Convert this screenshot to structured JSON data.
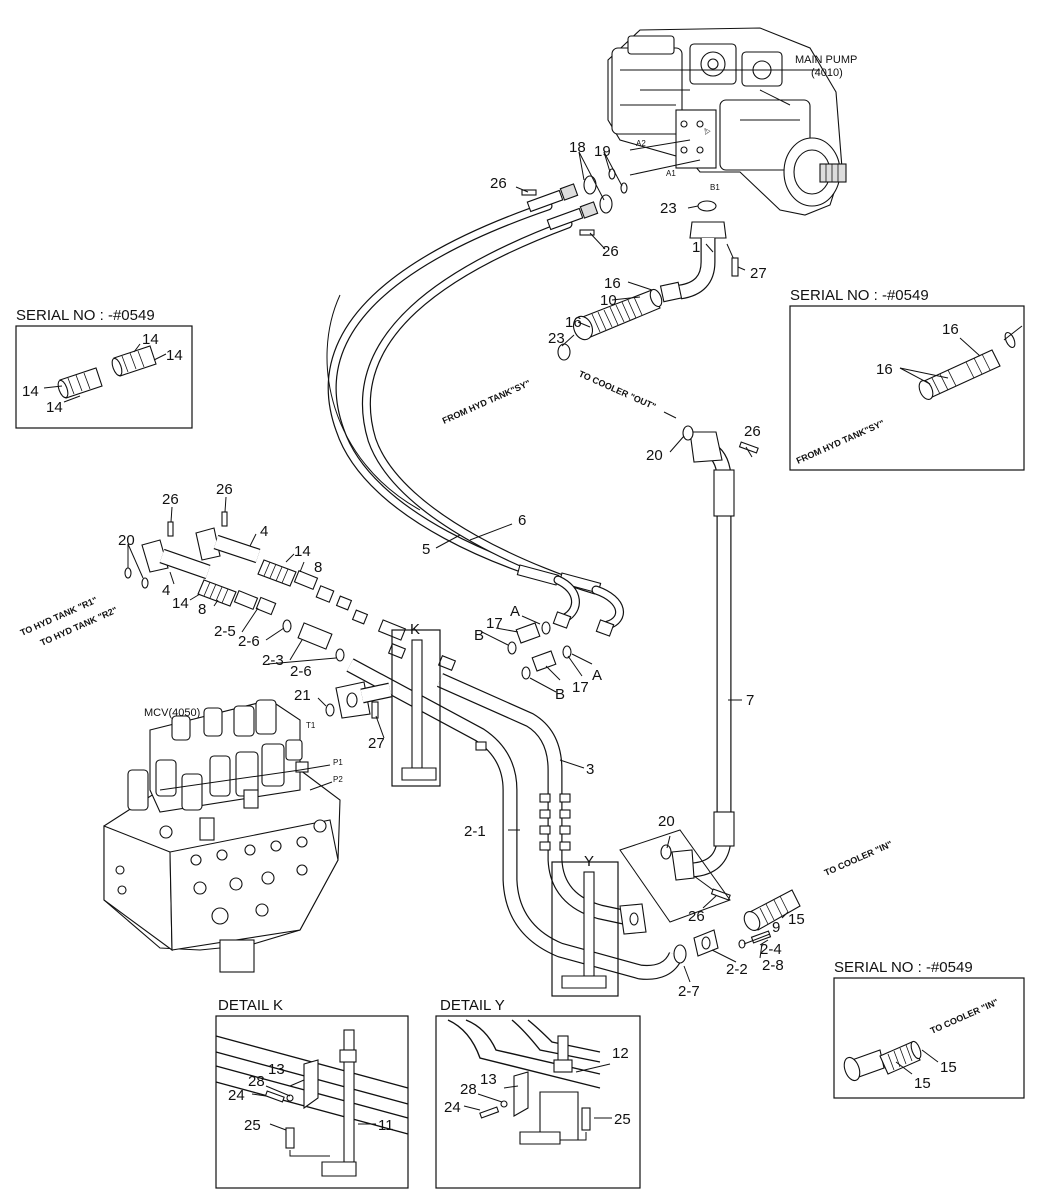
{
  "components": {
    "main_pump": {
      "label": "MAIN PUMP",
      "code": "(4010)"
    },
    "mcv": {
      "label": "MCV(4050)"
    }
  },
  "port_labels": {
    "a2": "A2",
    "a1": "A1",
    "b1": "B1",
    "t1": "T1",
    "p1": "P1",
    "p2": "P2"
  },
  "part_numbers": {
    "p1": "1",
    "p3": "3",
    "p4a": "4",
    "p4b": "4",
    "p5": "5",
    "p6": "6",
    "p7": "7",
    "p8a": "8",
    "p8b": "8",
    "p9": "9",
    "p10": "10",
    "p14a": "14",
    "p14b": "14",
    "p15": "15",
    "p16a": "16",
    "p16b": "16",
    "p17a": "17",
    "p17b": "17",
    "p18": "18",
    "p19": "19",
    "p20a": "20",
    "p20b": "20",
    "p20c": "20",
    "p21": "21",
    "p23a": "23",
    "p23b": "23",
    "p26a": "26",
    "p26b": "26",
    "p26c": "26",
    "p26d": "26",
    "p26e": "26",
    "p26f": "26",
    "p27a": "27",
    "p27b": "27",
    "p2_1": "2-1",
    "p2_2": "2-2",
    "p2_3": "2-3",
    "p2_4": "2-4",
    "p2_5": "2-5",
    "p2_6a": "2-6",
    "p2_6b": "2-6",
    "p2_7": "2-7",
    "p2_8": "2-8",
    "pAa": "A",
    "pAb": "A",
    "pBa": "B",
    "pBb": "B",
    "pK": "K",
    "pY": "Y"
  },
  "flow_notes": {
    "from_hyd_tank_sy": "FROM HYD TANK\"SY\"",
    "to_cooler_out": "TO COOLER \"OUT\"",
    "to_hyd_tank_r1": "TO HYD TANK \"R1\"",
    "to_hyd_tank_r2": "TO HYD TANK \"R2\"",
    "to_cooler_in": "TO COOLER \"IN\""
  },
  "insets": {
    "serial_left": {
      "title": "SERIAL NO : -#0549",
      "labels": [
        "14",
        "14",
        "14",
        "14"
      ]
    },
    "serial_right": {
      "title": "SERIAL NO : -#0549",
      "labels": [
        "16",
        "16"
      ],
      "note": "FROM HYD TANK\"SY\""
    },
    "serial_bottom": {
      "title": "SERIAL NO : -#0549",
      "labels": [
        "15",
        "15"
      ],
      "note": "TO COOLER \"IN\""
    },
    "detail_k": {
      "title": "DETAIL K",
      "labels": {
        "p11": "11",
        "p13": "13",
        "p24": "24",
        "p25": "25",
        "p28": "28"
      }
    },
    "detail_y": {
      "title": "DETAIL Y",
      "labels": {
        "p12": "12",
        "p13": "13",
        "p24": "24",
        "p25": "25",
        "p28": "28"
      }
    }
  }
}
